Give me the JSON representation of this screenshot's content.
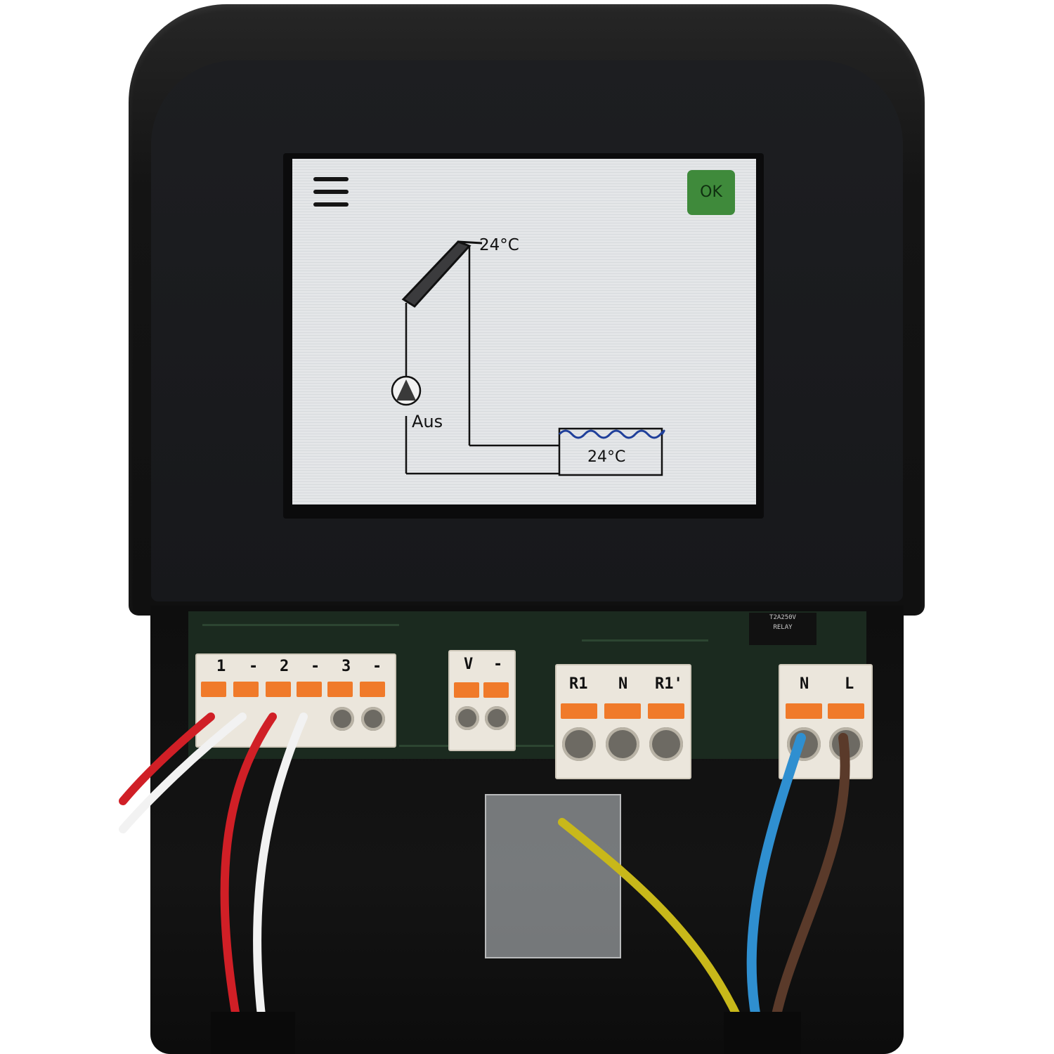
{
  "screen": {
    "menu_icon": "hamburger-menu-icon",
    "ok_label": "OK",
    "collector_temperature": "24°C",
    "pump_status": "Aus",
    "tank_temperature": "24°C"
  },
  "terminals": {
    "sensor_1": "1",
    "sensor_1_minus": "-",
    "sensor_2": "2",
    "sensor_2_minus": "-",
    "sensor_3": "3",
    "sensor_3_minus": "-",
    "supply_v": "V",
    "supply_minus": "-",
    "relay_r1": "R1",
    "relay_n": "N",
    "relay_r1_prime": "R1'",
    "mains_n": "N",
    "mains_l": "L"
  },
  "colors": {
    "ok_button": "#3f8a3b",
    "terminal_lever": "#f07a2a",
    "screen_background": "#e4e6e8",
    "water": "#1f3f9a"
  }
}
